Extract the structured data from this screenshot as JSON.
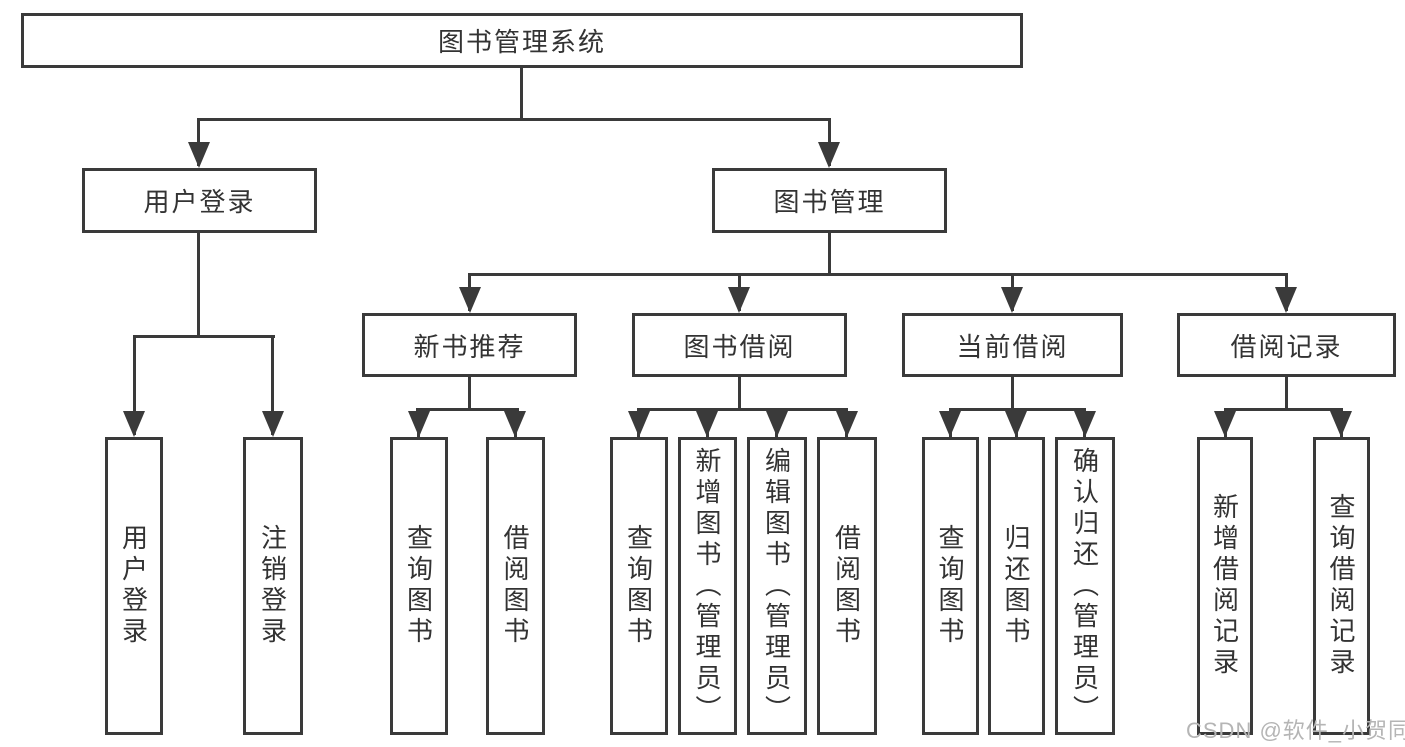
{
  "diagram_type": "hierarchy-tree",
  "tree": {
    "label": "图书管理系统",
    "children": [
      {
        "label": "用户登录",
        "children": [
          {
            "label": "用户登录"
          },
          {
            "label": "注销登录"
          }
        ]
      },
      {
        "label": "图书管理",
        "children": [
          {
            "label": "新书推荐",
            "children": [
              {
                "label": "查询图书"
              },
              {
                "label": "借阅图书"
              }
            ]
          },
          {
            "label": "图书借阅",
            "children": [
              {
                "label": "查询图书"
              },
              {
                "label": "新增图书（管理员）"
              },
              {
                "label": "编辑图书（管理员）"
              },
              {
                "label": "借阅图书"
              }
            ]
          },
          {
            "label": "当前借阅",
            "children": [
              {
                "label": "查询图书"
              },
              {
                "label": "归还图书"
              },
              {
                "label": "确认归还（管理员）"
              }
            ]
          },
          {
            "label": "借阅记录",
            "children": [
              {
                "label": "新增借阅记录"
              },
              {
                "label": "查询借阅记录"
              }
            ]
          }
        ]
      }
    ]
  },
  "watermark": {
    "text": "CSDN @软件_小贺同学"
  },
  "colors": {
    "line": "#3a3a3a",
    "text": "#333333",
    "watermark": "#b5b5b5",
    "background": "#ffffff"
  }
}
